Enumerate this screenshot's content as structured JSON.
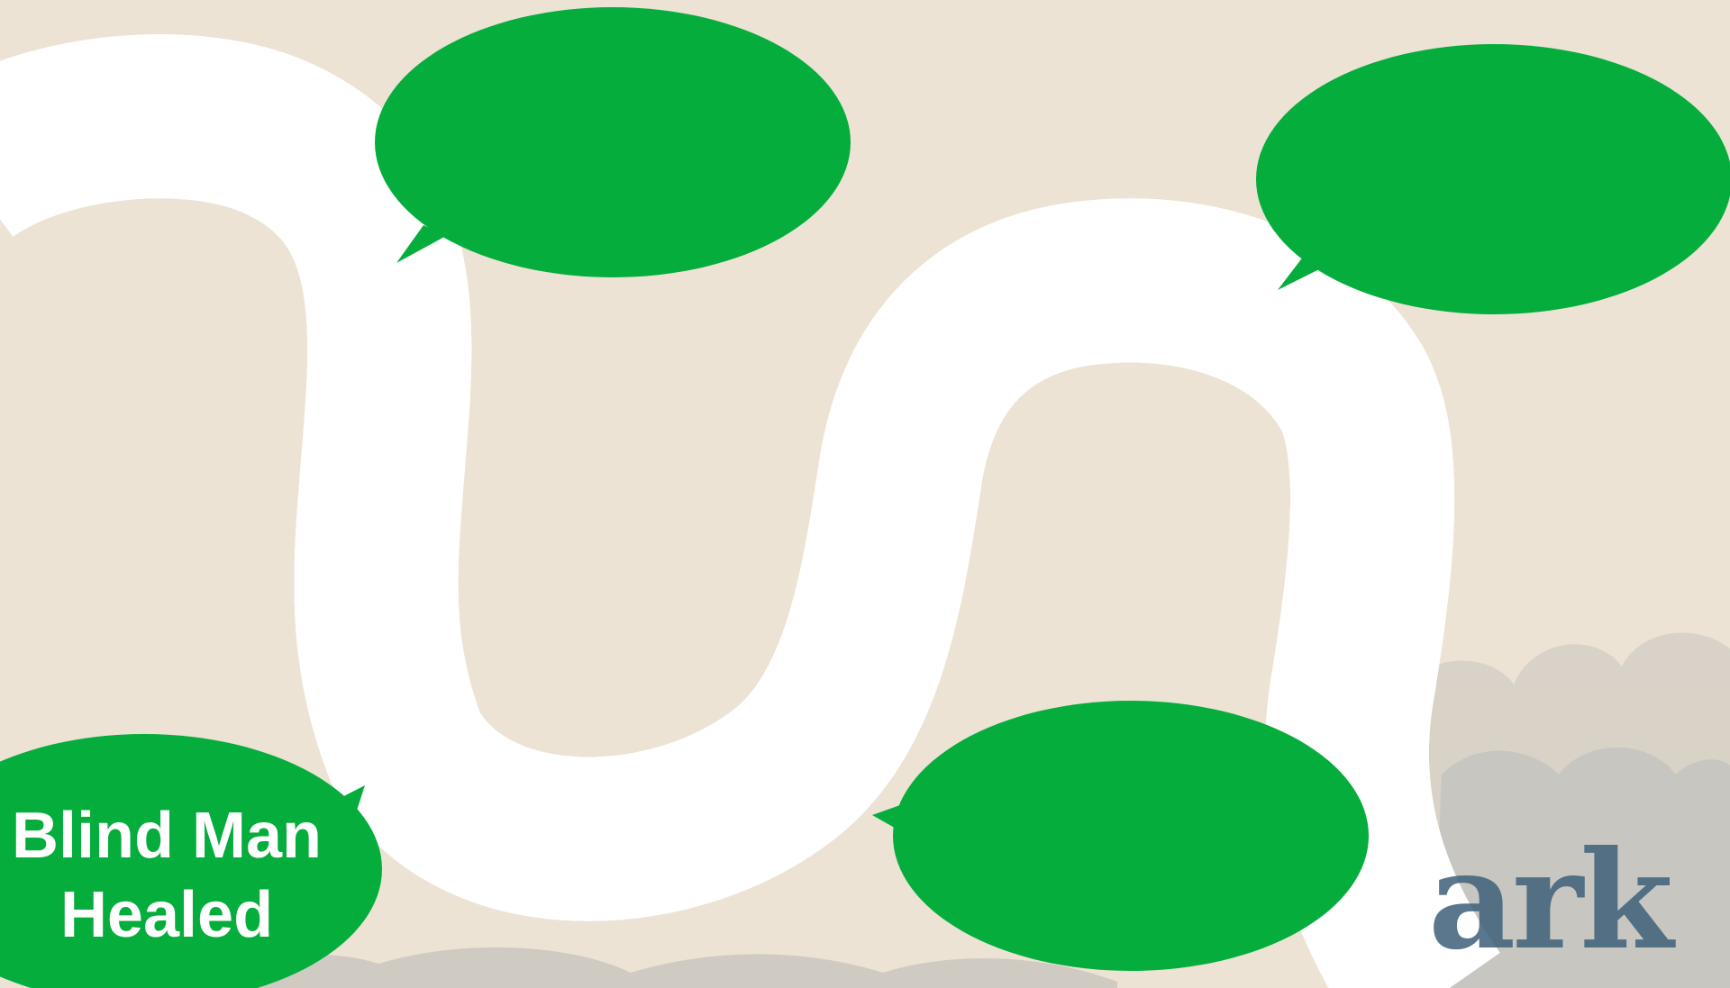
{
  "slide": {
    "background_color": "#ece3d4",
    "road_color": "#2a2524",
    "line_color": "#ffffff",
    "bubble_color": "#05ad3c"
  },
  "bubbles": [
    {
      "label_lines": [
        "Blind Man",
        "Healed"
      ]
    },
    {
      "label_lines": []
    },
    {
      "label_lines": []
    },
    {
      "label_lines": []
    },
    {
      "label_lines": []
    }
  ],
  "watermark": {
    "text": "ark"
  }
}
